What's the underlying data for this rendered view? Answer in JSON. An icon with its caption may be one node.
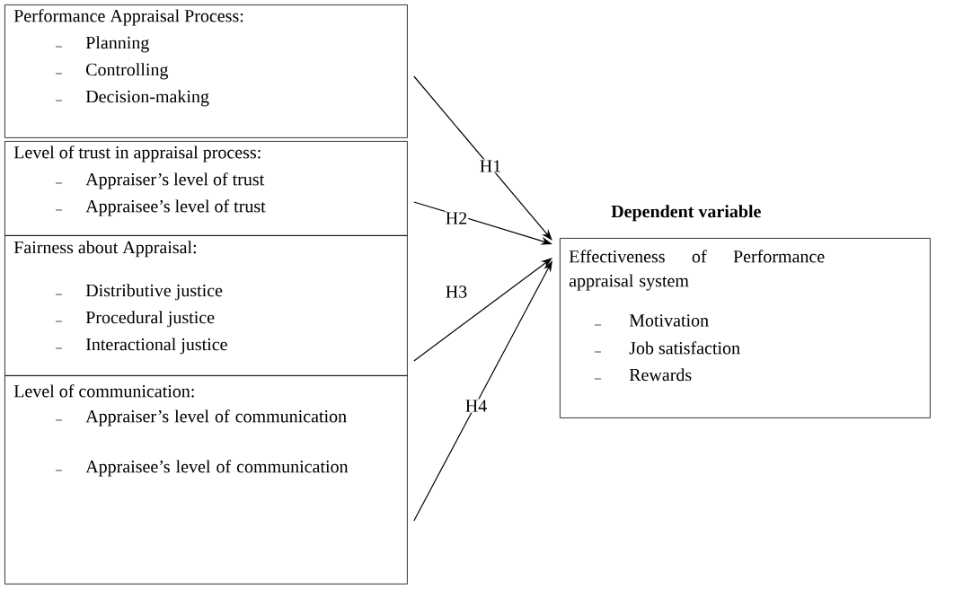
{
  "diagram": {
    "nodes": [
      {
        "text": [
          "Performance Appraisal Process:",
          "Planning",
          "Controlling",
          "Decision-making"
        ]
      },
      {
        "text": [
          "Level of trust in appraisal process:",
          "Appraiser’s level of trust",
          "Appraisee’s level of trust"
        ]
      },
      {
        "text": [
          "Fairness about Appraisal:",
          "Distributive justice",
          "Procedural justice",
          "Interactional justice"
        ]
      },
      {
        "text": [
          "Level of communication:",
          "Appraiser’s level of communication",
          "Appraisee’s level of communication"
        ]
      },
      {
        "text": [
          "Dependent variable",
          "Effectiveness of Performance appraisal system",
          "Motivation",
          "Job satisfaction",
          "Rewards"
        ]
      }
    ],
    "edges": [
      {
        "from": 0,
        "to": 4,
        "arrow": "to",
        "label": "H1"
      },
      {
        "from": 1,
        "to": 4,
        "arrow": "to",
        "label": "H2"
      },
      {
        "from": 2,
        "to": 4,
        "arrow": "to",
        "label": "H3"
      },
      {
        "from": 3,
        "to": 4,
        "arrow": "to",
        "label": "H4"
      }
    ]
  }
}
